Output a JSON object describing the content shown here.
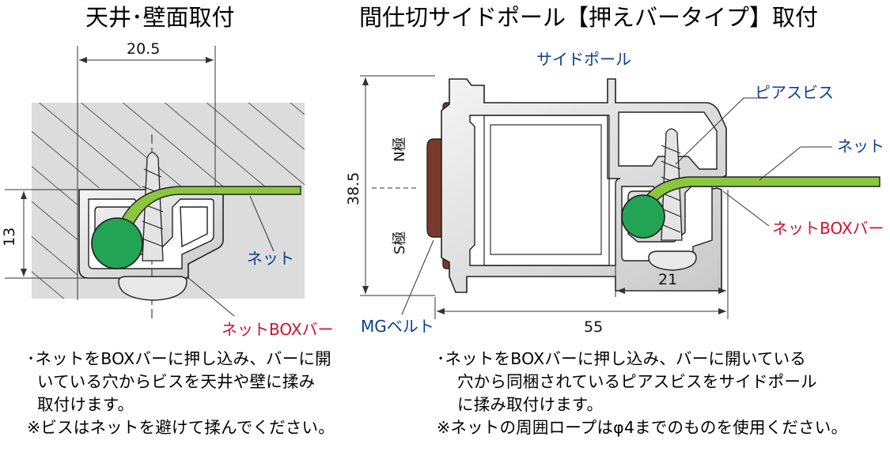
{
  "left": {
    "title": "天井･壁面取付",
    "dim_width": "20.5",
    "dim_height": "13",
    "label_net": "ネット",
    "label_box_bar": "ネットBOXバー",
    "note_line1": "･ネットをBOXバーに押し込み、バーに開",
    "note_line2": "いている穴からビスを天井や壁に揉み",
    "note_line3": "取付けます。",
    "note_line4": "※ビスはネットを避けて揉んでください。"
  },
  "right": {
    "title": "間仕切サイドポール【押えバータイプ】取付",
    "label_side_pole": "サイドポール",
    "label_pier_screw": "ピアスビス",
    "label_net": "ネット",
    "label_box_bar": "ネットBOXバー",
    "label_mg_belt": "MGベルト",
    "pole_n": "N極",
    "pole_s": "S極",
    "dim_height": "38.5",
    "dim_21": "21",
    "dim_55": "55",
    "note_line1": "･ネットをBOXバーに押し込み、バーに開いている",
    "note_line2": "穴から同梱されているピアスビスをサイドポール",
    "note_line3": "に揉み取付けます。",
    "note_line4": "※ネットの周囲ロープはφ4までのものを使用ください。"
  },
  "colors": {
    "net_green": "#23a455",
    "net_line": "#8cc63f",
    "mg_belt": "#7a3a2b",
    "label_blue": "#0a3f8f",
    "label_red": "#d4102b",
    "ceiling_gray": "#dcdcdc"
  }
}
